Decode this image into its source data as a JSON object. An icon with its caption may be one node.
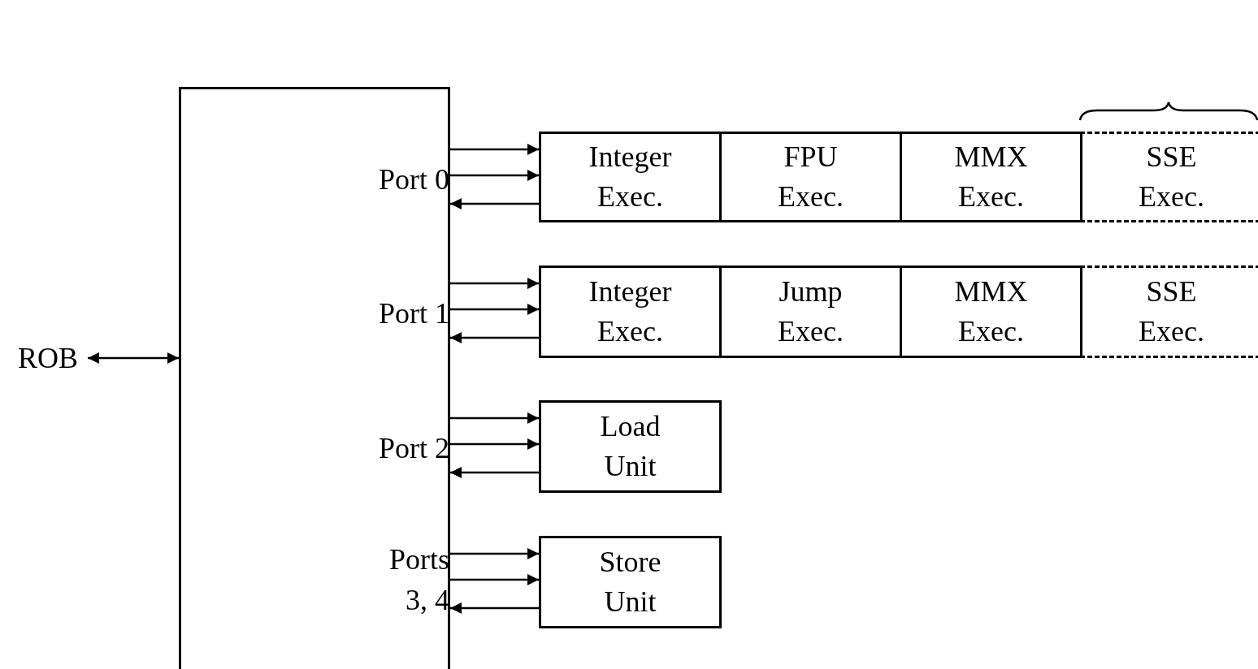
{
  "diagram": {
    "nodes": [
      {
        "text": [],
        "shape": "box"
      },
      {
        "text": [
          "ROB"
        ]
      },
      {
        "text": [
          "Integer Exec."
        ]
      },
      {
        "text": [
          "FPU Exec."
        ]
      },
      {
        "text": [
          "MMX Exec."
        ]
      },
      {
        "text": [
          "SSE Exec."
        ]
      },
      {
        "text": [
          "Integer Exec."
        ]
      },
      {
        "text": [
          "Jump Exec."
        ]
      },
      {
        "text": [
          "MMX Exec."
        ]
      },
      {
        "text": [
          "SSE Exec."
        ]
      },
      {
        "text": [
          "Load Unit"
        ]
      },
      {
        "text": [
          "Store Unit"
        ]
      }
    ],
    "edges": [
      {
        "from": 1,
        "to": 0,
        "arrow": "both"
      },
      {
        "from": 0,
        "to": 2,
        "arrow": "to"
      },
      {
        "from": 0,
        "to": 2,
        "arrow": "to"
      },
      {
        "from": 2,
        "to": 0,
        "arrow": "to"
      },
      {
        "from": 0,
        "to": 6,
        "arrow": "to"
      },
      {
        "from": 0,
        "to": 6,
        "arrow": "to"
      },
      {
        "from": 6,
        "to": 0,
        "arrow": "to"
      },
      {
        "from": 0,
        "to": 10,
        "arrow": "to"
      },
      {
        "from": 0,
        "to": 10,
        "arrow": "to"
      },
      {
        "from": 10,
        "to": 0,
        "arrow": "to"
      },
      {
        "from": 0,
        "to": 11,
        "arrow": "to"
      },
      {
        "from": 0,
        "to": 11,
        "arrow": "to"
      },
      {
        "from": 11,
        "to": 0,
        "arrow": "to"
      }
    ],
    "labels": [
      "Port 0",
      "Port 1",
      "Port 2",
      "Ports 3, 4"
    ]
  }
}
